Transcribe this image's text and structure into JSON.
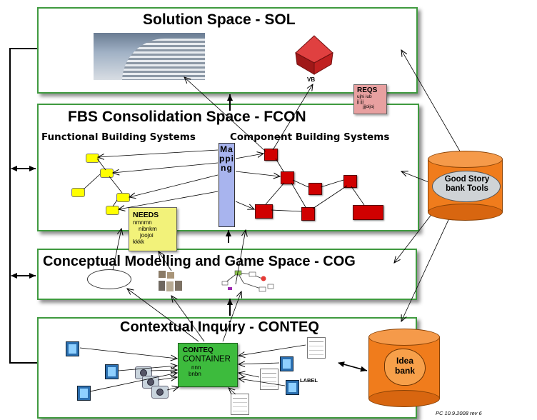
{
  "panels": {
    "sol": {
      "title": "Solution Space  - SOL",
      "vb_label": "VB"
    },
    "fcon": {
      "title": "FBS Consolidation Space  - FCON",
      "functional": "Functional Building Systems",
      "component": "Component Building Systems"
    },
    "cog": {
      "title": "Conceptual Modelling and Game Space - COG"
    },
    "conteq": {
      "title": "Contextual Inquiry   - CONTEQ"
    }
  },
  "reqs": {
    "title": "REQS",
    "lines": [
      "ujhi iub",
      "jj jjj",
      "jjjoijoj"
    ]
  },
  "needs": {
    "title": "NEEDS",
    "lines": [
      "nmnmn",
      "nibnkm",
      "joojoi",
      "kkkk"
    ]
  },
  "mapping": {
    "label": "Mapping"
  },
  "container": {
    "line1": "CONTEQ",
    "line2": "CONTAINER",
    "line3": "nnn",
    "line4": "bnbn"
  },
  "story_bank": {
    "label": "Good Story bank Tools"
  },
  "idea_bank": {
    "label": "Idea bank"
  },
  "file_label": "LABEL",
  "footer": "PC  10.9.2008 rev 6",
  "colors": {
    "panel_border": "#3f9a3f",
    "needs_fill": "#f2f27a",
    "reqs_fill": "#e8a0a0",
    "mapping_fill": "#a8b4ee",
    "container_fill": "#3dbb3d",
    "cylinder": "#f07c1c",
    "node_red": "#d00000",
    "node_yellow": "#ffff00"
  }
}
